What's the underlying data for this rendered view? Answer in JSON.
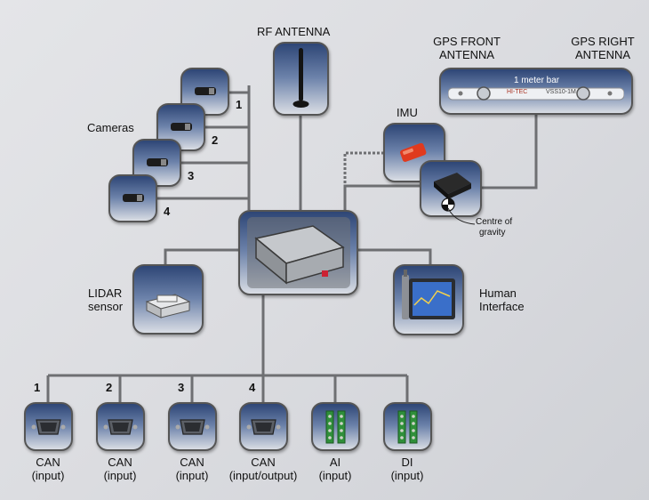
{
  "labels": {
    "rf_antenna": "RF ANTENNA",
    "gps_front": "GPS FRONT",
    "gps_front_2": "ANTENNA",
    "gps_right": "GPS  RIGHT",
    "gps_right_2": "ANTENNA",
    "meter_bar": "1 meter bar",
    "bar_brand": "HI-TEC",
    "bar_code": "VSS10-1M",
    "imu": "IMU",
    "cameras": "Cameras",
    "cog_1": "Centre of",
    "cog_2": "gravity",
    "lidar_1": "LIDAR",
    "lidar_2": "sensor",
    "human_1": "Human",
    "human_2": "Interface"
  },
  "cameras": [
    {
      "number": "1"
    },
    {
      "number": "2"
    },
    {
      "number": "3"
    },
    {
      "number": "4"
    }
  ],
  "bus_numbers": [
    "1",
    "2",
    "3",
    "4"
  ],
  "io_modules": [
    {
      "name": "CAN",
      "mode": "(input)"
    },
    {
      "name": "CAN",
      "mode": "(input)"
    },
    {
      "name": "CAN",
      "mode": "(input)"
    },
    {
      "name": "CAN",
      "mode": "(input/output)"
    },
    {
      "name": "AI",
      "mode": "(input)"
    },
    {
      "name": "DI",
      "mode": "(input)"
    }
  ],
  "colors": {
    "wire": "#6e6f72",
    "box_top": "#2e4676",
    "box_bottom": "#d9dde4",
    "imu_device": "#e03a1e",
    "terminal_green": "#2f8f3a"
  },
  "icons": {
    "antenna": "whip-antenna-icon",
    "camera": "camera-icon",
    "imu": "imu-sensor-icon",
    "gps": "gps-receiver-icon",
    "cog": "centre-of-gravity-icon",
    "lidar": "lidar-scanner-icon",
    "hmi": "touchscreen-monitor-icon",
    "logger": "rugged-case-logger-icon",
    "connector": "db9-connector-icon",
    "terminal": "terminal-block-icon"
  }
}
